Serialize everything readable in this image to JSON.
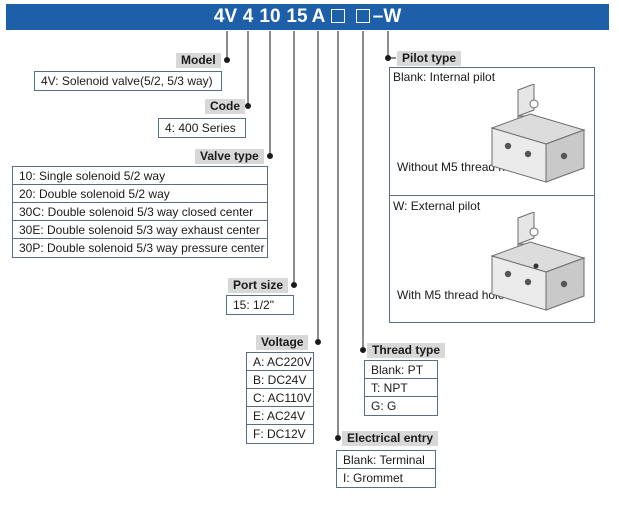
{
  "code_parts": [
    "4V",
    "4",
    "10",
    "15",
    "A",
    "–W"
  ],
  "sections": {
    "model": {
      "title": "Model",
      "items": [
        "4V: Solenoid valve(5/2, 5/3 way)"
      ]
    },
    "code": {
      "title": "Code",
      "items": [
        "4: 400 Series"
      ]
    },
    "valve_type": {
      "title": "Valve type",
      "items": [
        "10: Single solenoid 5/2 way",
        "20: Double solenoid 5/2 way",
        "30C: Double solenoid 5/3 way closed center",
        "30E: Double solenoid 5/3 way exhaust center",
        "30P: Double solenoid 5/3 way pressure center"
      ]
    },
    "port_size": {
      "title": "Port size",
      "items": [
        "15: 1/2\""
      ]
    },
    "voltage": {
      "title": "Voltage",
      "items": [
        "A: AC220V",
        "B: DC24V",
        "C: AC110V",
        "E: AC24V",
        "F: DC12V"
      ]
    },
    "electrical_entry": {
      "title": "Electrical entry",
      "items": [
        "Blank: Terminal",
        "I: Grommet"
      ]
    },
    "thread_type": {
      "title": "Thread type",
      "items": [
        "Blank: PT",
        "T: NPT",
        "G: G"
      ]
    },
    "pilot_type": {
      "title": "Pilot type",
      "internal": {
        "label": "Blank: Internal pilot",
        "caption": "Without M5 thread hole"
      },
      "external": {
        "label": "W: External pilot",
        "caption": "With M5 thread hole"
      }
    }
  }
}
